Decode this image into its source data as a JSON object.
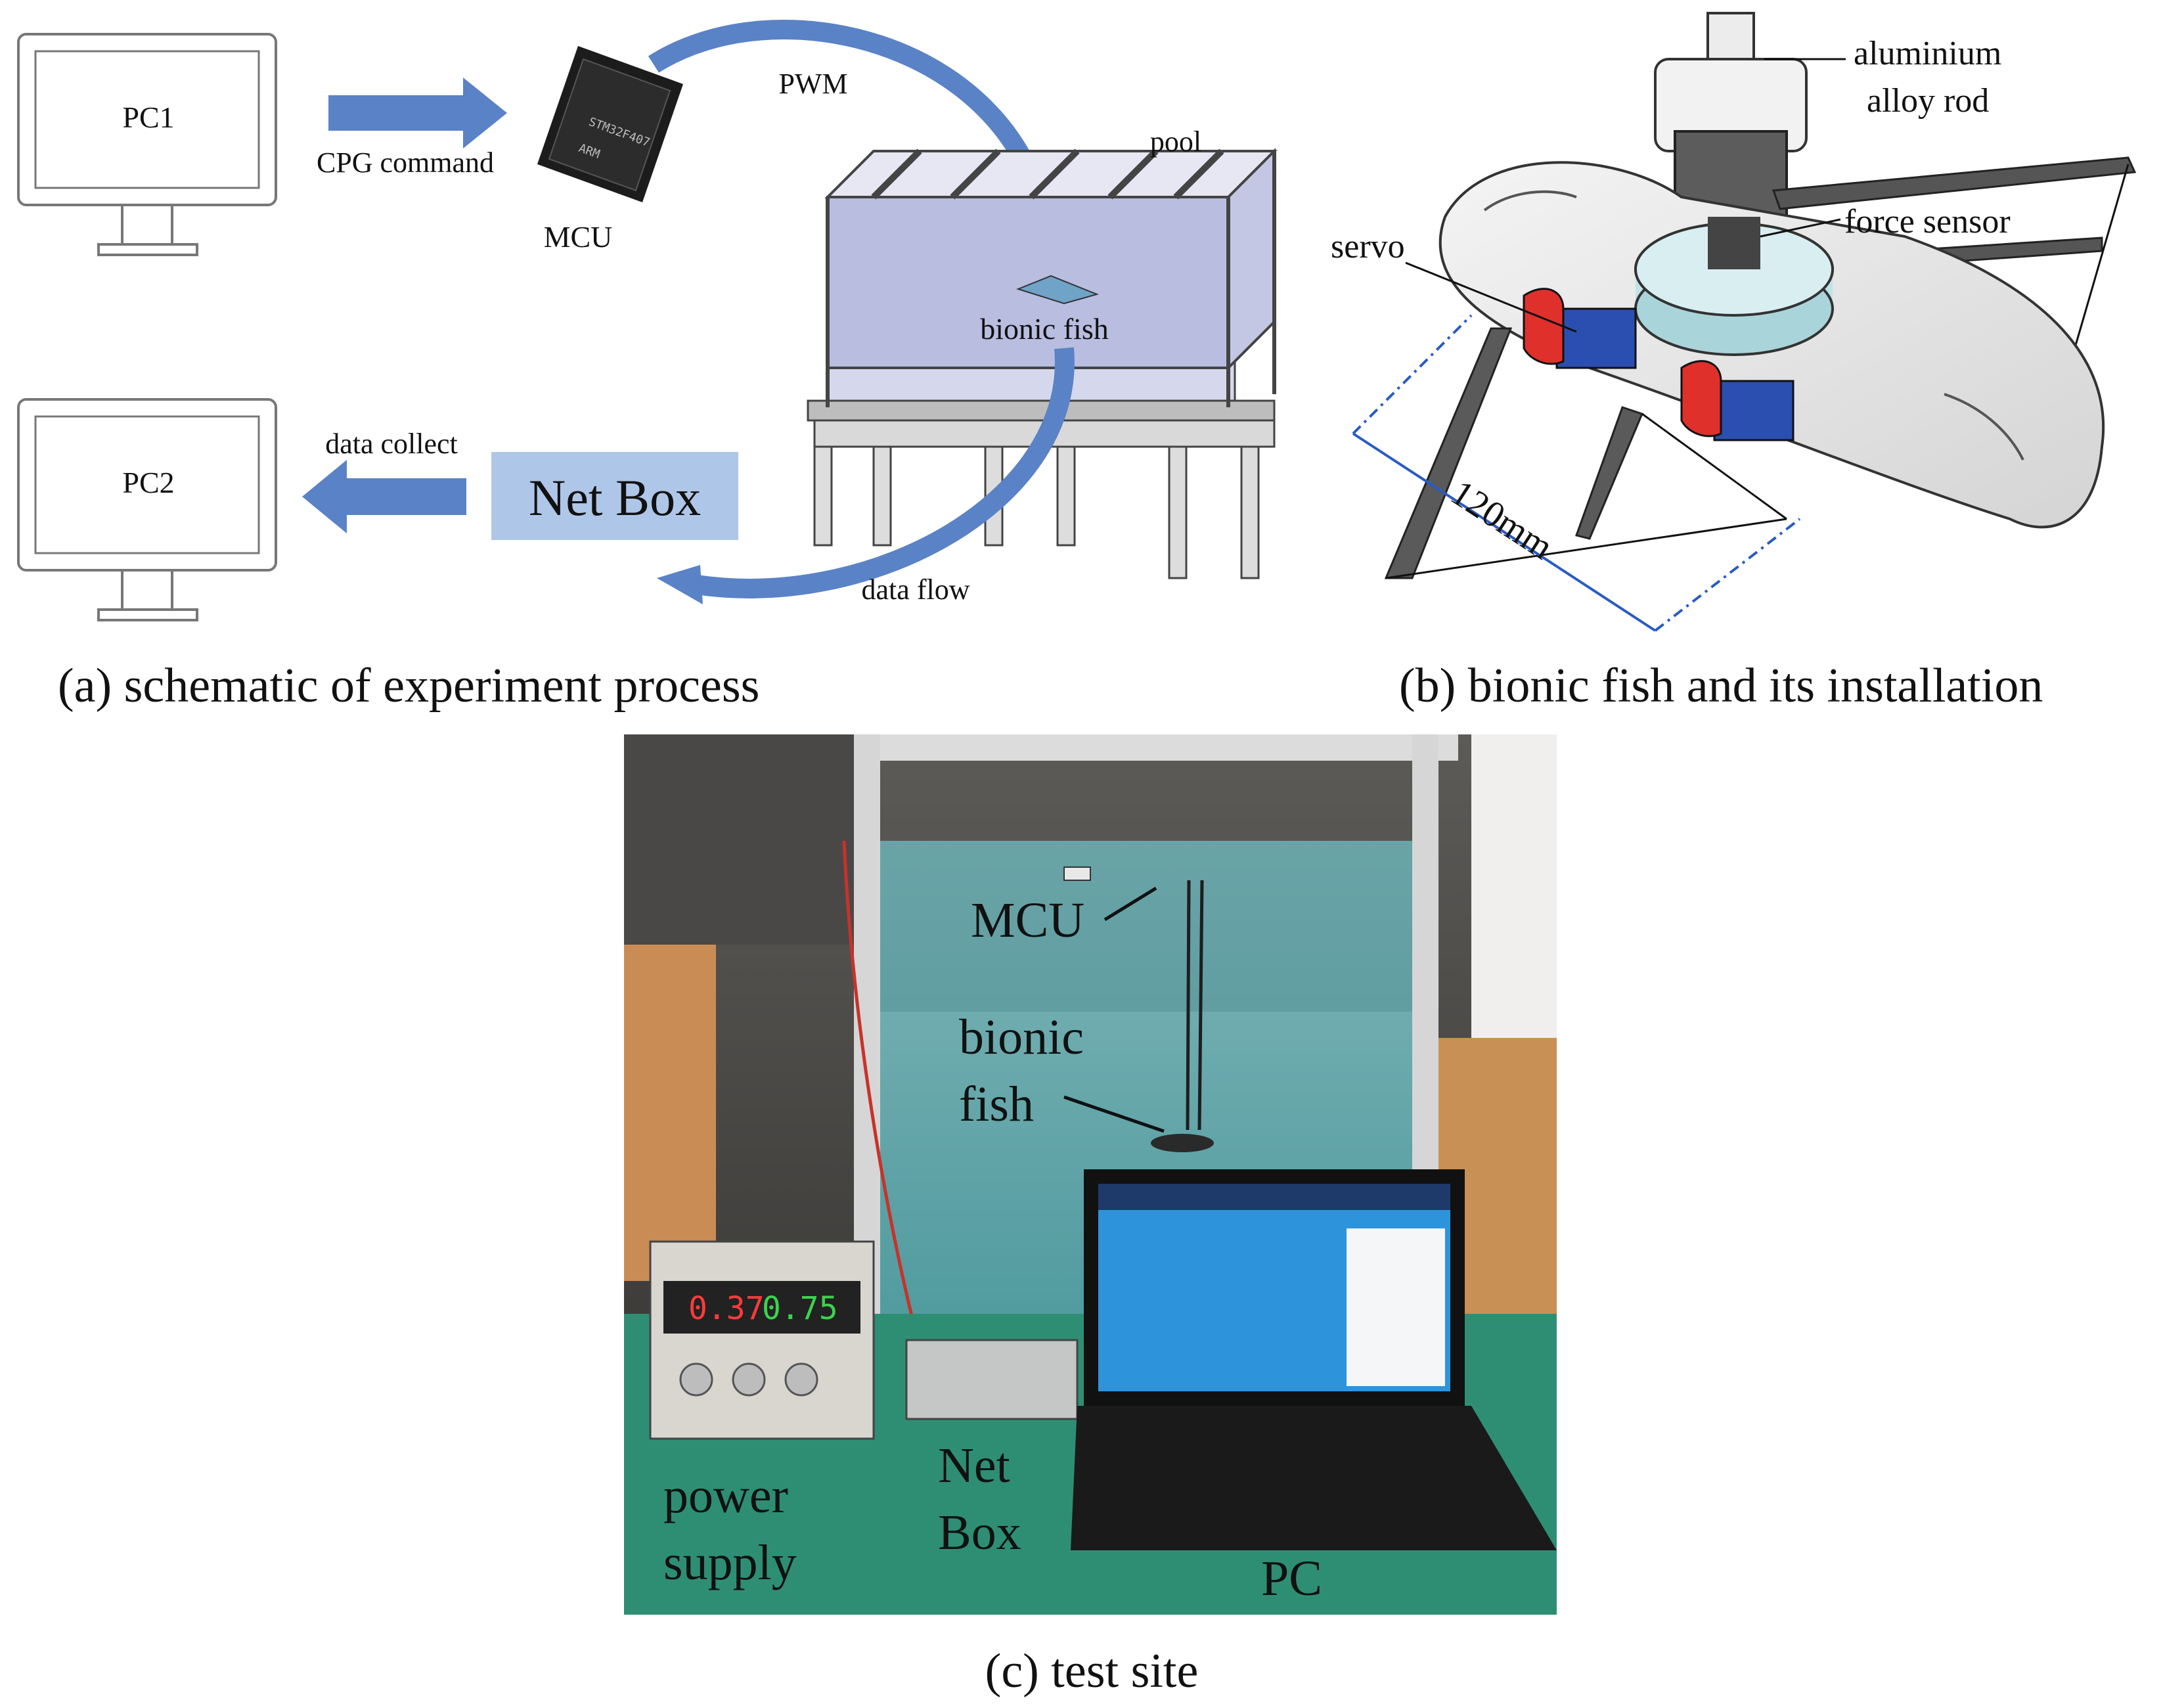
{
  "panel_a": {
    "caption": "(a) schematic of experiment process",
    "pc1_label": "PC1",
    "pc2_label": "PC2",
    "cpg_label": "CPG command",
    "mcu_label": "MCU",
    "pwm_label": "PWM",
    "pool_label": "pool",
    "bionic_fish_label": "bionic fish",
    "data_collect_label": "data collect",
    "net_box_label": "Net Box",
    "data_flow_label": "data flow",
    "accent_color": "#5a82c6",
    "netbox_color": "#aec6e8",
    "water_color": "#b9bde0"
  },
  "panel_b": {
    "caption": "(b) bionic fish and its installation",
    "rod_label_line1": "aluminium",
    "rod_label_line2": "alloy rod",
    "force_sensor_label": "force sensor",
    "servo_label": "servo",
    "dimension_label": "120mm",
    "servo_color": "#2a4fb0",
    "clamp_color": "#e0302c",
    "sensor_color": "#bfe3e8"
  },
  "panel_c": {
    "caption": "(c) test site",
    "mcu_label": "MCU",
    "bionic_line1": "bionic",
    "bionic_line2": "fish",
    "net_line1": "Net",
    "net_line2": "Box",
    "power_line1": "power",
    "power_line2": "supply",
    "pc_label": "PC",
    "display_left": "0.37",
    "display_right": "0.75"
  }
}
